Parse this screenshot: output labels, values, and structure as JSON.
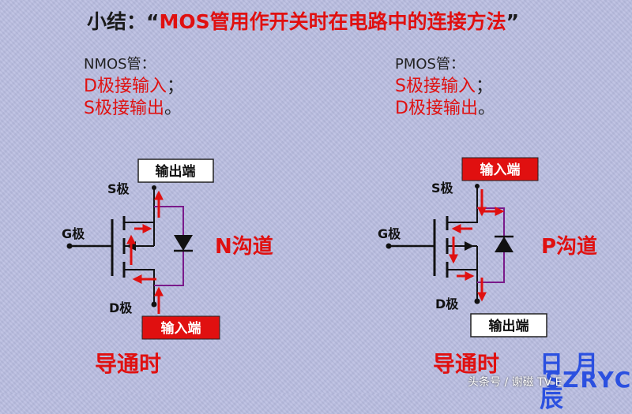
{
  "title": {
    "prefix": "小结：“",
    "mos": "MOS",
    "rest": "管用作开关时在电路中的连接方法",
    "suffix": "”"
  },
  "nmos": {
    "heading": "NMOS管：",
    "line1_letter": "D",
    "line1_text": "极接输入",
    "line1_punct": "；",
    "line2_letter": "S",
    "line2_text": "极接输出",
    "line2_punct": "。",
    "top_box": "输出端",
    "bottom_box": "输入端",
    "s_label": "S极",
    "g_label": "G极",
    "d_label": "D极",
    "channel": "N沟道",
    "state": "导通时"
  },
  "pmos": {
    "heading": "PMOS管：",
    "line1_letter": "S",
    "line1_text": "极接输入",
    "line1_punct": "；",
    "line2_letter": "D",
    "line2_text": "极接输出",
    "line2_punct": "。",
    "top_box": "输入端",
    "bottom_box": "输出端",
    "s_label": "S极",
    "g_label": "G极",
    "d_label": "D极",
    "channel": "P沟道",
    "state": "导通时"
  },
  "watermark": {
    "line1": "日月辰",
    "line2": "SZRYC",
    "credit": "头条号 / 谢磁 TV E"
  },
  "colors": {
    "red": "#e01010",
    "purple": "#7a1a8a",
    "watermark_blue": "#2b50e0",
    "background": "#b9bde0"
  }
}
